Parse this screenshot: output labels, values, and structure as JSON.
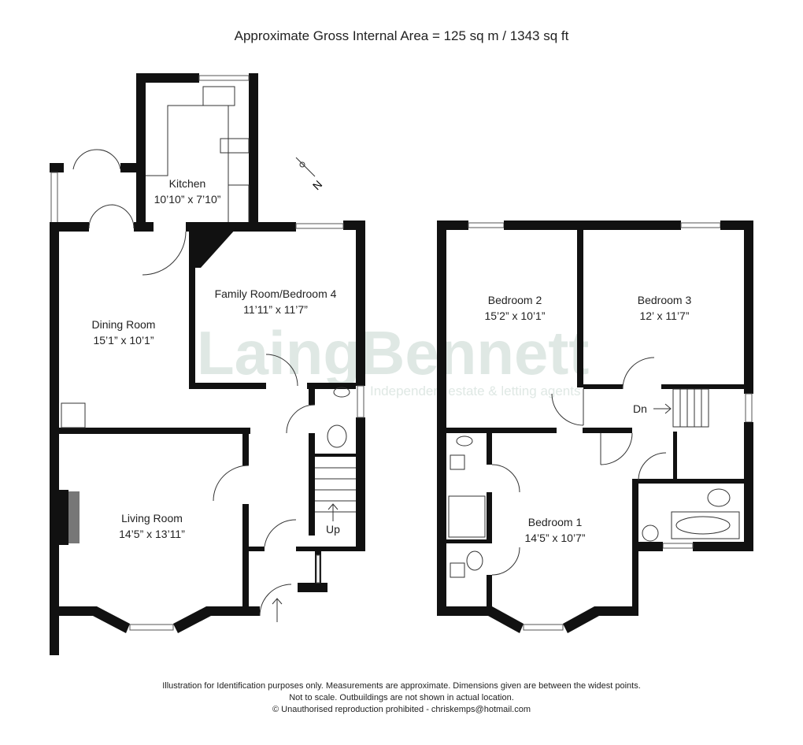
{
  "header": {
    "title": "Approximate Gross Internal Area  = 125 sq m /  1343 sq ft"
  },
  "watermark": {
    "brand": "LaingBennett",
    "tagline": "Independent estate & letting agents"
  },
  "ground_floor": {
    "rooms": [
      {
        "name": "Kitchen",
        "size": "10’10” x 7’10”"
      },
      {
        "name": "Family Room/Bedroom 4",
        "size": "11’11” x 11’7”"
      },
      {
        "name": "Dining Room",
        "size": "15’1” x 10’1”"
      },
      {
        "name": "Living Room",
        "size": "14’5” x 13’11”"
      }
    ],
    "stairs_label": "Up"
  },
  "first_floor": {
    "rooms": [
      {
        "name": "Bedroom 2",
        "size": "15’2” x 10’1”"
      },
      {
        "name": "Bedroom 3",
        "size": "12’ x 11’7”"
      },
      {
        "name": "Bedroom 1",
        "size": "14’5” x 10’7”"
      }
    ],
    "stairs_label": "Dn"
  },
  "compass": {
    "label": "N",
    "icon": "north-arrow-icon"
  },
  "footer": {
    "line1": "Illustration for Identification purposes only.  Measurements are approximate. Dimensions given are between the widest points.",
    "line2": "Not to scale.  Outbuildings are not shown in actual location.",
    "line3": "© Unauthorised reproduction prohibited  -  chriskemps@hotmail.com"
  }
}
